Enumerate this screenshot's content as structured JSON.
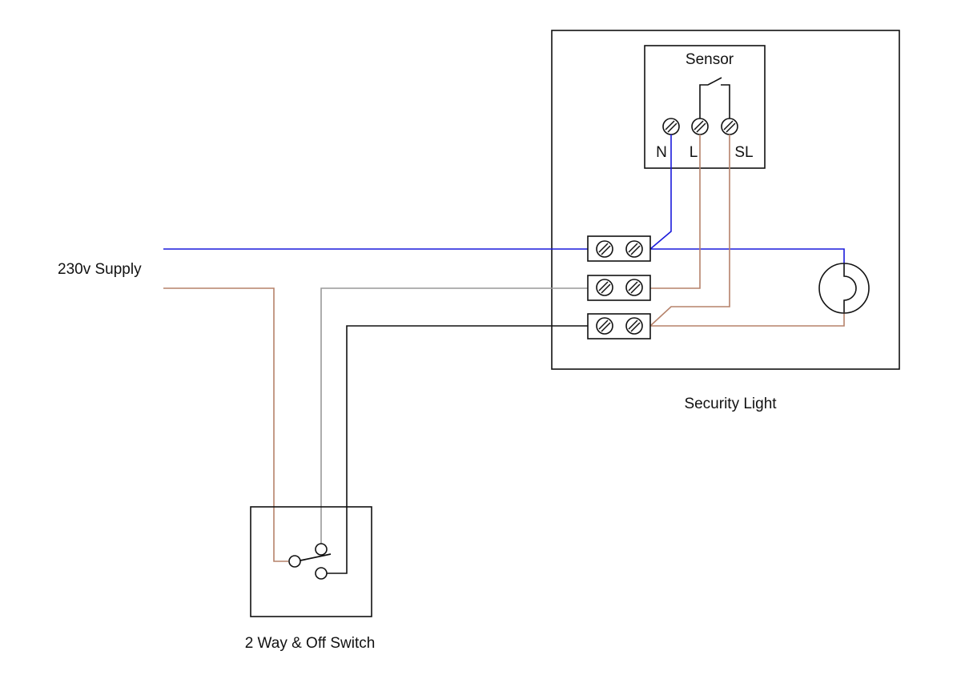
{
  "diagram": {
    "title": "Security light with 2 way & off switch wiring",
    "labels": {
      "supply": "230v Supply",
      "sensor": "Sensor",
      "security_light": "Security Light",
      "switch": "2 Way & Off Switch"
    },
    "sensor_terminals": [
      "N",
      "L",
      "SL"
    ],
    "wire_colors": {
      "neutral": "#1a1adb",
      "live": "#b5826a",
      "switched_grey": "#999999",
      "switched_black": "#111111"
    }
  }
}
